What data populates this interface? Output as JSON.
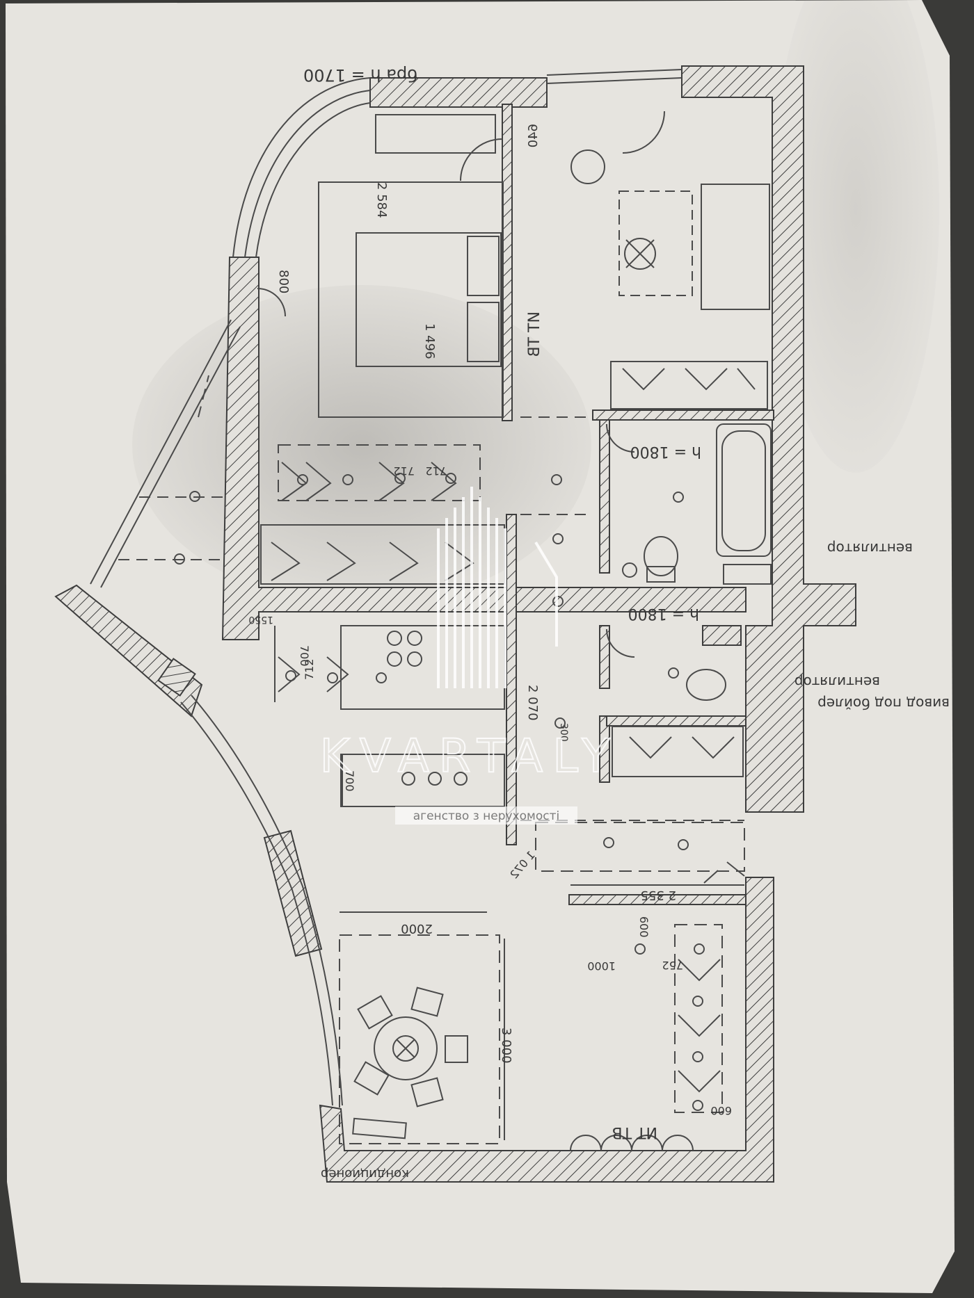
{
  "colors": {
    "paper": "#e6e4df",
    "paper_shadow": "#b9b7b2",
    "backdrop": "#3a3a38",
    "line": "#3d3d3d",
    "watermark": "#ffffff"
  },
  "labels": {
    "window_height_top": "бра h = 1700",
    "dim_640": "640",
    "dim_2584": "2 584",
    "dim_800": "800",
    "dim_1496": "1 496",
    "it_tv_bedroom": "ИТ ТВ",
    "h1800_bath": "h = 1800",
    "h1800_wc": "h = 1800",
    "vent_1": "вентилятор",
    "vent_2": "вентилятор",
    "boiler": "вивод под бойлер",
    "dim_712a": "712",
    "dim_712b": "712",
    "dim_712c": "712",
    "dim_700a": "700",
    "dim_700b": "700",
    "dim_2070": "2 070",
    "dim_300": "300",
    "dim_1550": "1550",
    "dim_1072": "1 072",
    "dim_2355": "2 355",
    "dim_2000": "2000",
    "dim_600a": "600",
    "dim_1000": "1000",
    "dim_752": "752",
    "dim_3000": "3 000",
    "dim_600b": "600",
    "it_tv_living": "ИТ ТВ",
    "conditioner": "кондиционер"
  },
  "watermark": {
    "brand": "KVARTALY",
    "tagline": "агенство з нерухомості"
  }
}
